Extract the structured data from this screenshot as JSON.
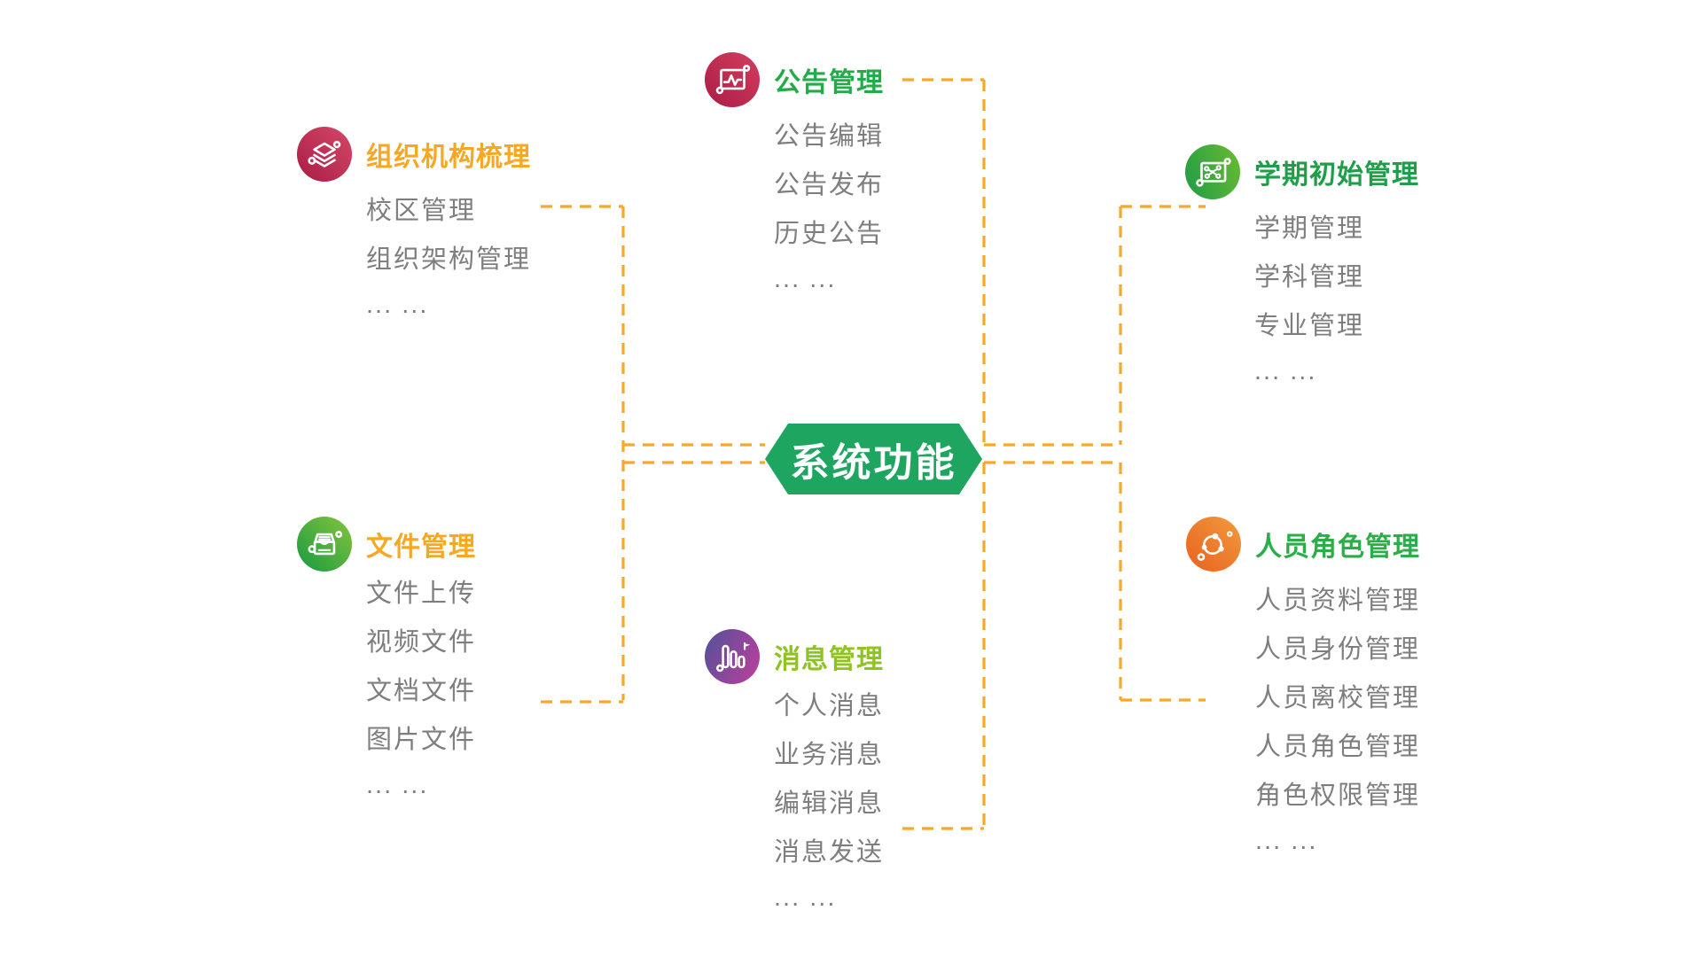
{
  "center": {
    "label": "系统功能",
    "bg_color": "#1EA55F",
    "text_color": "#FFFFFF"
  },
  "connector_color": "#F7A72B",
  "item_text_color": "#7E7E7E",
  "branches": [
    {
      "title": "组织机构梳理",
      "title_color": "#F7A823",
      "icon": "layers-icon",
      "icon_gradient": {
        "from": "#A81C46",
        "to": "#D44A68",
        "angle": 45
      },
      "items": [
        "校区管理",
        "组织架构管理",
        "... ..."
      ]
    },
    {
      "title": "公告管理",
      "title_color": "#21AC47",
      "icon": "pulse-chart-icon",
      "icon_gradient": {
        "from": "#AB1C45",
        "to": "#D23E5E",
        "angle": 45
      },
      "items": [
        "公告编辑",
        "公告发布",
        "历史公告",
        "... ..."
      ]
    },
    {
      "title": "学期初始管理",
      "title_color": "#1F9E4A",
      "icon": "network-nodes-icon",
      "icon_gradient": {
        "from": "#1E9C46",
        "to": "#6BBB31",
        "angle": 70
      },
      "items": [
        "学期管理",
        "学科管理",
        "专业管理",
        "... ..."
      ]
    },
    {
      "title": "文件管理",
      "title_color": "#F7A823",
      "icon": "archive-box-icon",
      "icon_gradient": {
        "from": "#179A41",
        "to": "#86C43C",
        "angle": 45
      },
      "items": [
        "文件上传",
        "视频文件",
        "文档文件",
        "图片文件",
        "... ..."
      ]
    },
    {
      "title": "消息管理",
      "title_color": "#8FC31F",
      "icon": "bar-chart-icon",
      "icon_gradient": {
        "from": "#52519B",
        "to": "#BE3F9B",
        "angle": 115
      },
      "items": [
        "个人消息",
        "业务消息",
        "编辑消息",
        "消息发送",
        "... ..."
      ]
    },
    {
      "title": "人员角色管理",
      "title_color": "#2BAE47",
      "icon": "share-nodes-icon",
      "icon_gradient": {
        "from": "#E8611F",
        "to": "#F29B3D",
        "angle": 45
      },
      "items": [
        "人员资料管理",
        "人员身份管理",
        "人员离校管理",
        "人员角色管理",
        "角色权限管理",
        "... ..."
      ]
    }
  ]
}
